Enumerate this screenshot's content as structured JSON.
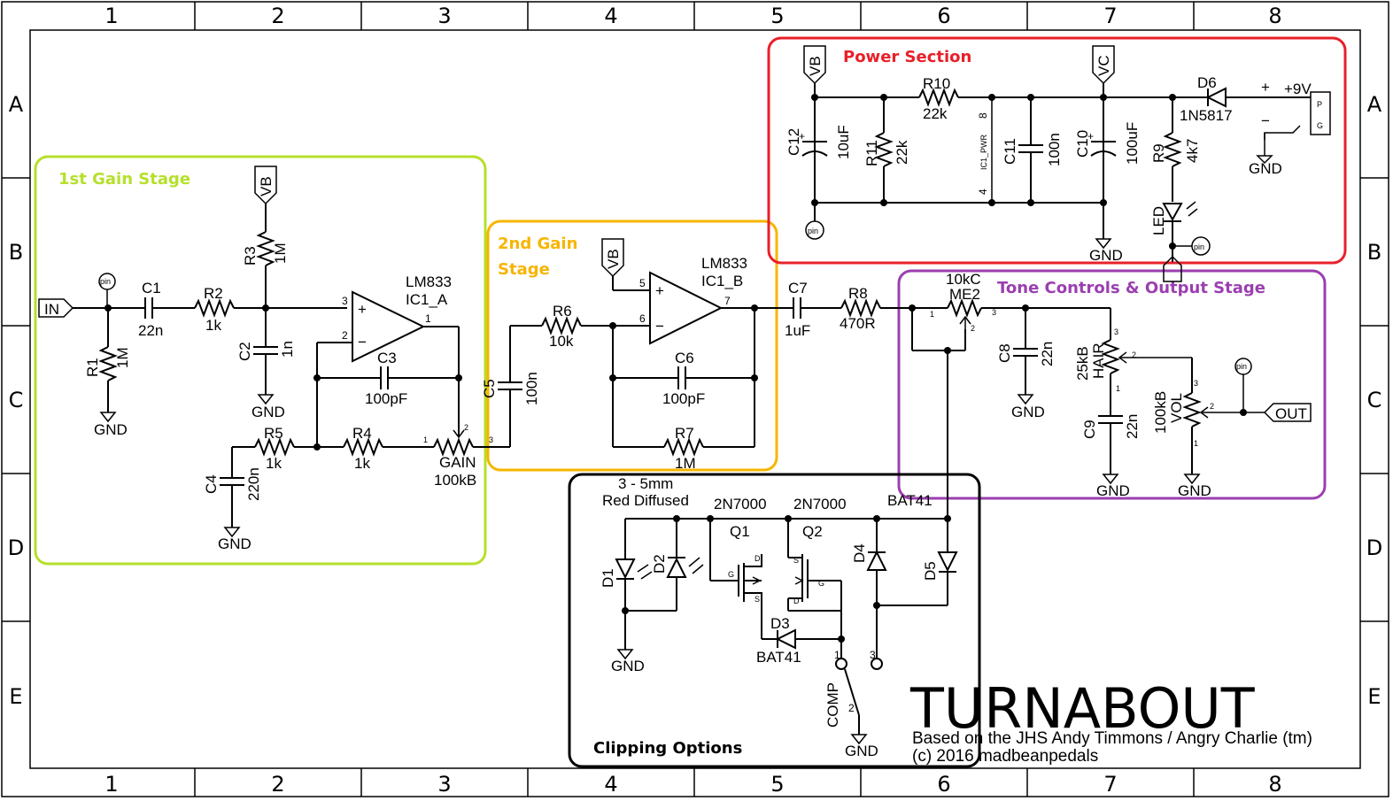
{
  "title": "TURNABOUT",
  "subtitle": "Based on the JHS Andy Timmons / Angry Charlie (tm)",
  "copyright": "(c) 2016 madbeanpedals",
  "grid": {
    "columns": [
      "1",
      "2",
      "3",
      "4",
      "5",
      "6",
      "7",
      "8"
    ],
    "rows": [
      "A",
      "B",
      "C",
      "D",
      "E"
    ]
  },
  "sections": {
    "gain1": {
      "label": "1st Gain Stage",
      "color": "#b5e02b"
    },
    "gain2": {
      "label_line1": "2nd Gain",
      "label_line2": "Stage",
      "color": "#f7b500"
    },
    "power": {
      "label": "Power Section",
      "color": "#e8202a"
    },
    "tone": {
      "label": "Tone Controls & Output Stage",
      "color": "#9b3fb0"
    },
    "clip": {
      "label": "Clipping Options",
      "color": "#000000"
    }
  },
  "ports": {
    "in": "IN",
    "out": "OUT",
    "vb": "VB",
    "vc": "VC",
    "pin": "pin",
    "gnd": "GND"
  },
  "components": {
    "c1": {
      "ref": "C1",
      "value": "22n"
    },
    "r1": {
      "ref": "R1",
      "value": "1M"
    },
    "r2": {
      "ref": "R2",
      "value": "1k"
    },
    "r3": {
      "ref": "R3",
      "value": "1M"
    },
    "c2": {
      "ref": "C2",
      "value": "1n"
    },
    "ic1a": {
      "part": "LM833",
      "ref": "IC1_A"
    },
    "c3": {
      "ref": "C3",
      "value": "100pF"
    },
    "r5": {
      "ref": "R5",
      "value": "1k"
    },
    "r4": {
      "ref": "R4",
      "value": "1k"
    },
    "c4": {
      "ref": "C4",
      "value": "220n"
    },
    "gain": {
      "ref": "GAIN",
      "value": "100kB"
    },
    "c5": {
      "ref": "C5",
      "value": "100n"
    },
    "r6": {
      "ref": "R6",
      "value": "10k"
    },
    "ic1b": {
      "part": "LM833",
      "ref": "IC1_B"
    },
    "c6": {
      "ref": "C6",
      "value": "100pF"
    },
    "r7": {
      "ref": "R7",
      "value": "1M"
    },
    "c7": {
      "ref": "C7",
      "value": "1uF"
    },
    "r8": {
      "ref": "R8",
      "value": "470R"
    },
    "me2": {
      "ref": "ME2",
      "value": "10kC"
    },
    "c8": {
      "ref": "C8",
      "value": "22n"
    },
    "hair": {
      "ref": "HAIR",
      "value": "25kB"
    },
    "c9": {
      "ref": "C9",
      "value": "22n"
    },
    "vol": {
      "ref": "VOL",
      "value": "100kB"
    },
    "c12": {
      "ref": "C12",
      "value": "10uF"
    },
    "r11": {
      "ref": "R11",
      "value": "22k"
    },
    "r10": {
      "ref": "R10",
      "value": "22k"
    },
    "ic1pwr": {
      "ref": "IC1_PWR",
      "pin_plus": "8",
      "pin_minus": "4"
    },
    "c11": {
      "ref": "C11",
      "value": "100n"
    },
    "c10": {
      "ref": "C10",
      "value": "100uF"
    },
    "d6": {
      "ref": "D6",
      "value": "1N5817"
    },
    "r9": {
      "ref": "R9",
      "value": "4k7"
    },
    "led": {
      "ref": "LED"
    },
    "supply": {
      "plus": "+",
      "voltage": "+9V",
      "minus": "−",
      "p": "P",
      "g": "G"
    },
    "led_note": {
      "line1": "3 - 5mm",
      "line2": "Red Diffused"
    },
    "d1": {
      "ref": "D1"
    },
    "d2": {
      "ref": "D2"
    },
    "q1": {
      "ref": "Q1",
      "part": "2N7000"
    },
    "q2": {
      "ref": "Q2",
      "part": "2N7000"
    },
    "d3": {
      "ref": "D3",
      "value": "BAT41"
    },
    "d4": {
      "ref": "D4"
    },
    "d5": {
      "ref": "D5",
      "part": "BAT41"
    },
    "comp": {
      "ref": "COMP"
    }
  }
}
